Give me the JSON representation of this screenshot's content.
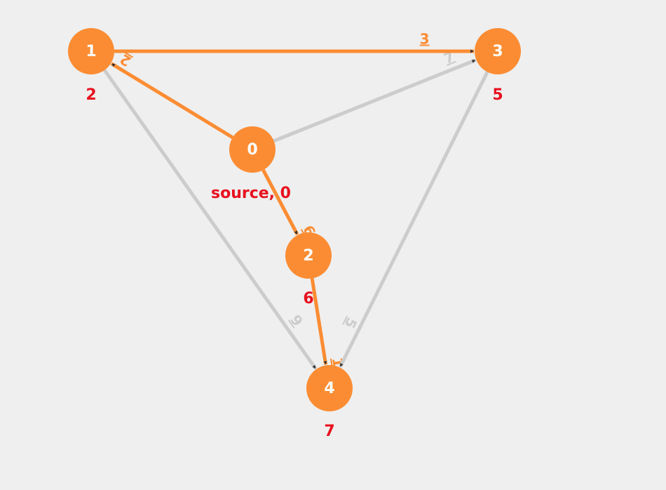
{
  "colors": {
    "background": "#efefef",
    "node_fill": "#fc8c33",
    "node_text": "#ffffff",
    "distance_text": "#e8101e",
    "tree_edge": "#fc8c33",
    "other_edge": "#cccccc",
    "arrowhead": "#333333"
  },
  "nodes": [
    {
      "id": "0",
      "label": "0",
      "distance_label": "source, 0"
    },
    {
      "id": "1",
      "label": "1",
      "distance_label": "2"
    },
    {
      "id": "2",
      "label": "2",
      "distance_label": "6"
    },
    {
      "id": "3",
      "label": "3",
      "distance_label": "5"
    },
    {
      "id": "4",
      "label": "4",
      "distance_label": "7"
    }
  ],
  "edges": [
    {
      "from": "0",
      "to": "1",
      "weight": "2",
      "in_tree": true
    },
    {
      "from": "0",
      "to": "2",
      "weight": "6",
      "in_tree": true
    },
    {
      "from": "0",
      "to": "3",
      "weight": "7",
      "in_tree": false
    },
    {
      "from": "1",
      "to": "3",
      "weight": "3",
      "in_tree": true
    },
    {
      "from": "1",
      "to": "4",
      "weight": "9",
      "in_tree": false
    },
    {
      "from": "2",
      "to": "4",
      "weight": "1",
      "in_tree": true
    },
    {
      "from": "3",
      "to": "4",
      "weight": "5",
      "in_tree": false
    }
  ]
}
